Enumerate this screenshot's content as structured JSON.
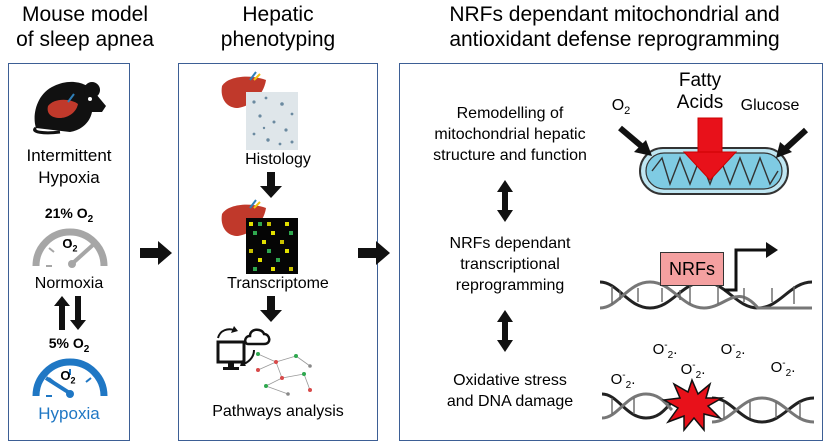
{
  "titles": {
    "col1_line1": "Mouse model",
    "col1_line2": "of sleep apnea",
    "col2_line1": "Hepatic",
    "col2_line2": "phenotyping",
    "col3_line1": "NRFs dependant mitochondrial and",
    "col3_line2": "antioxidant defense reprogramming"
  },
  "panel1": {
    "ih_line1": "Intermittent",
    "ih_line2": "Hypoxia",
    "normoxia_o2": "21% O",
    "normoxia_o2_sub": "2",
    "gauge_label": "O",
    "gauge_label_sub": "2",
    "normoxia": "Normoxia",
    "hypoxia_o2": "5% O",
    "hypoxia_o2_sub": "2",
    "hypoxia": "Hypoxia"
  },
  "panel2": {
    "histology": "Histology",
    "transcriptome": "Transcriptome",
    "pathways": "Pathways analysis"
  },
  "panel3": {
    "remodel_line1": "Remodelling of",
    "remodel_line2": "mitochondrial hepatic",
    "remodel_line3": "structure and function",
    "nrf_line1": "NRFs dependant",
    "nrf_line2": "transcriptional",
    "nrf_line3": "reprogramming",
    "ox_line1": "Oxidative stress",
    "ox_line2": "and DNA damage",
    "o2_label": "O",
    "o2_sub": "2",
    "fatty_line1": "Fatty",
    "fatty_line2": "Acids",
    "glucose": "Glucose",
    "nrfs_box": "NRFs",
    "superoxide_base": "O",
    "superoxide_sup": "-",
    "superoxide_sub": "2",
    "superoxide_dot": "."
  },
  "colors": {
    "panel_border": "#3d5f95",
    "hypoxia_blue": "#1f77c4",
    "gauge_gray": "#a6a6a6",
    "liver_red": "#c0392b",
    "mito_blue": "#9fd8ea",
    "nrf_box_fill": "#f4a0a0",
    "fatty_arrow": "#e8111a"
  }
}
